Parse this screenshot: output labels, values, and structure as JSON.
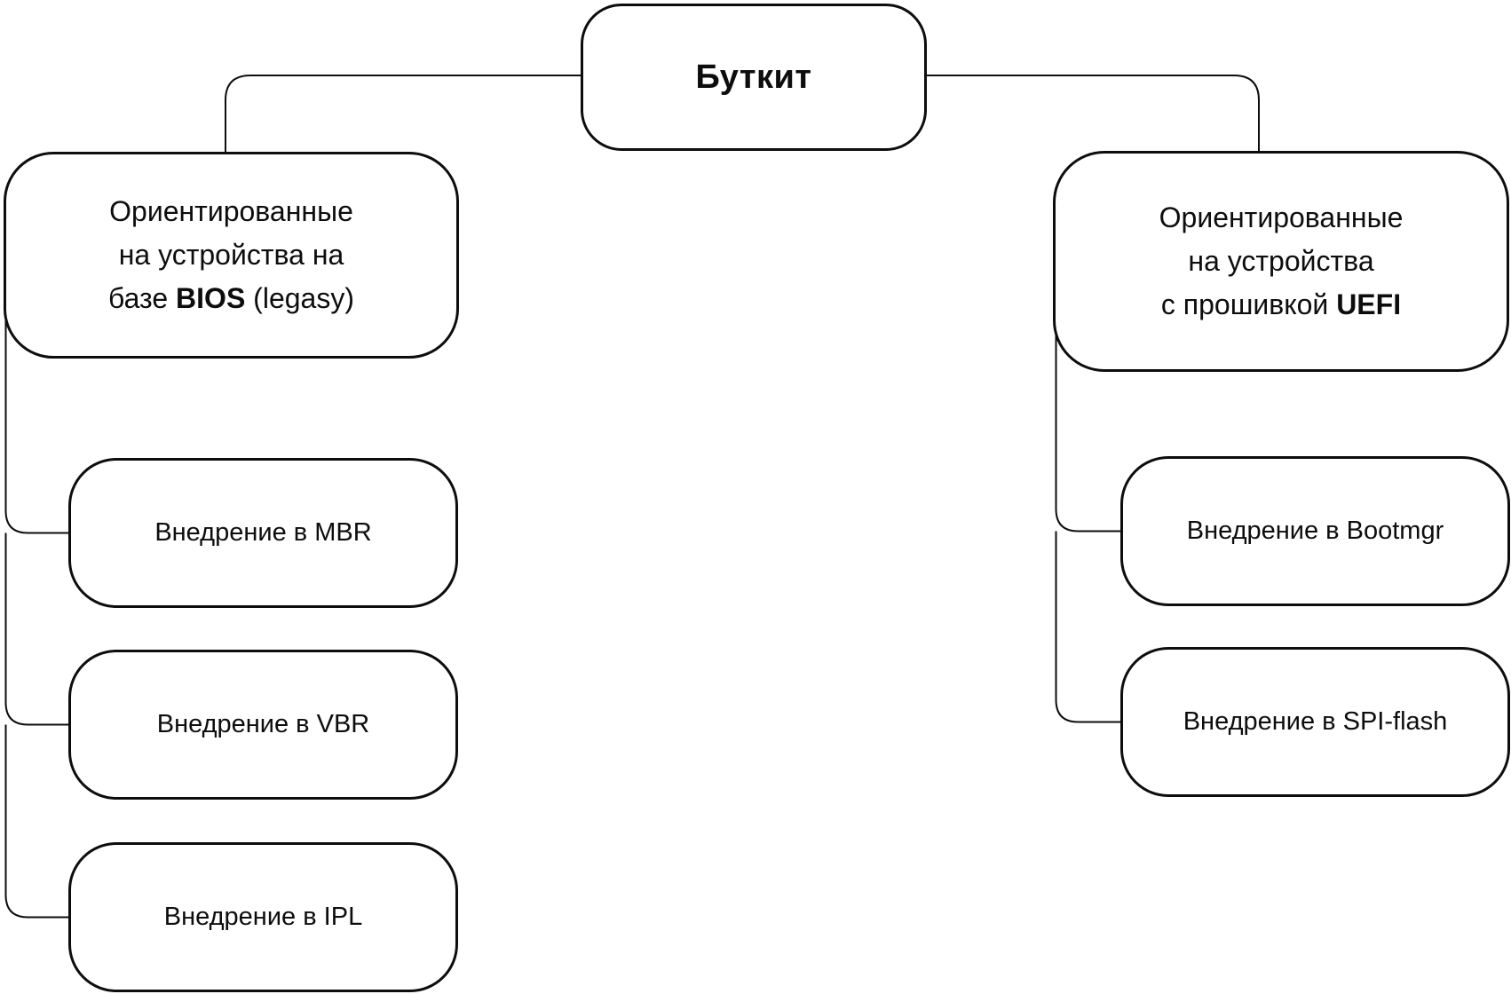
{
  "colors": {
    "ink": "#0d0d0d",
    "background": "#ffffff"
  },
  "root": {
    "label": "Буткит"
  },
  "left": {
    "title_line1": "Ориентированные",
    "title_line2": "на устройства на",
    "title_line3_pre": "базе ",
    "title_line3_bold": "BIOS",
    "title_line3_post": " (legasy)",
    "children": [
      {
        "label": "Внедрение в MBR"
      },
      {
        "label": "Внедрение в VBR"
      },
      {
        "label": "Внедрение в IPL"
      }
    ]
  },
  "right": {
    "title_line1": "Ориентированные",
    "title_line2": "на устройства",
    "title_line3_pre": "с прошивкой ",
    "title_line3_bold": "UEFI",
    "title_line3_post": "",
    "children": [
      {
        "label": "Внедрение в Bootmgr"
      },
      {
        "label": "Внедрение в SPI-flash"
      }
    ]
  }
}
